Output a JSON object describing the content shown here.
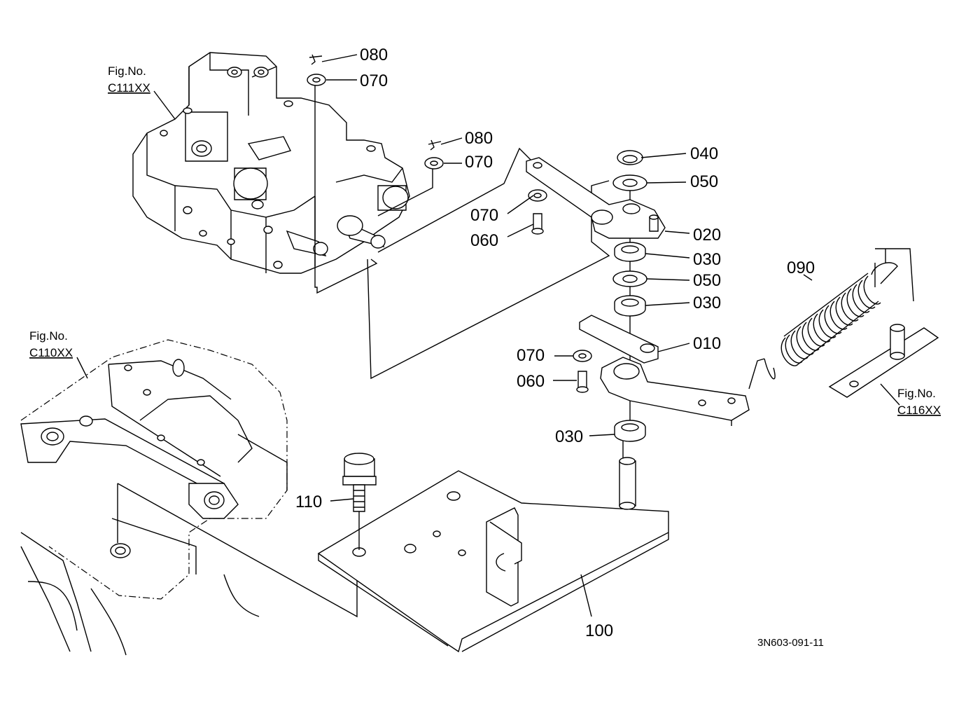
{
  "figure_refs": [
    {
      "id": "c111",
      "line1": "Fig.No.",
      "line2": "C111XX"
    },
    {
      "id": "c110",
      "line1": "Fig.No.",
      "line2": "C110XX"
    },
    {
      "id": "c116",
      "line1": "Fig.No.",
      "line2": "C116XX"
    }
  ],
  "parts": {
    "p080a": "080",
    "p070a": "070",
    "p080b": "080",
    "p070b": "070",
    "p040": "040",
    "p050a": "050",
    "p070c": "070",
    "p060a": "060",
    "p020": "020",
    "p030a": "030",
    "p050b": "050",
    "p030b": "030",
    "p090": "090",
    "p010": "010",
    "p070d": "070",
    "p060b": "060",
    "p030c": "030",
    "p110": "110",
    "p100": "100"
  },
  "drawing_code": "3N603-091-11"
}
